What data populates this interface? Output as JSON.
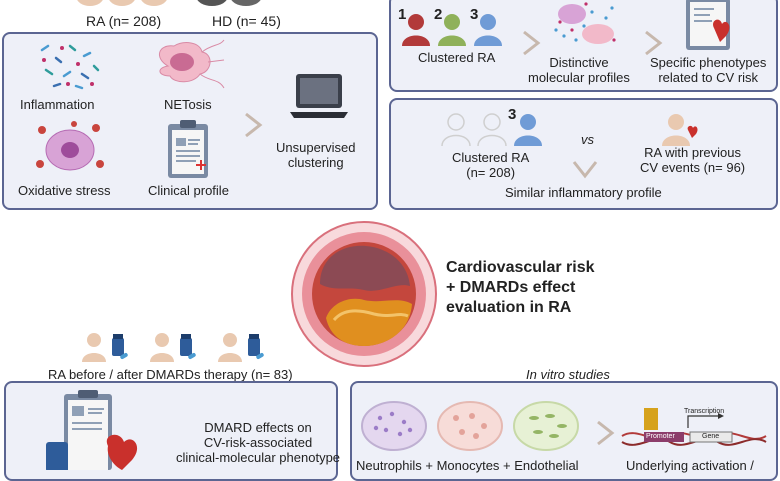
{
  "top": {
    "ra_label": "RA (n= 208)",
    "hd_label": "HD (n= 45)"
  },
  "left_panel": {
    "inflammation": "Inflammation",
    "netosis": "NETosis",
    "oxidative": "Oxidative stress",
    "clinical": "Clinical profile",
    "clustering": "Unsupervised\nclustering"
  },
  "right_top_panel": {
    "numbers": [
      "1",
      "2",
      "3"
    ],
    "clustered": "Clustered RA",
    "profiles": "Distinctive\nmolecular profiles",
    "phenotypes": "Specific phenotypes\nrelated to CV risk"
  },
  "right_mid_panel": {
    "number": "3",
    "clustered": "Clustered RA\n(n= 208)",
    "vs": "vs",
    "previous": "RA with previous\nCV events (n= 96)",
    "similar": "Similar inflammatory profile"
  },
  "center": {
    "title": "Cardiovascular risk\n+ DMARDs effect\nevaluation in RA"
  },
  "bottom_left": {
    "therapy_label": "RA before / after DMARDs therapy (n= 83)",
    "dmard_text": "DMARD effects on\nCV-risk-associated\nclinical-molecular phenotype"
  },
  "bottom_right": {
    "in_vitro": "In vitro studies",
    "cells": "Neutrophils + Monocytes + Endothelial",
    "underlying": "Underlying activation /",
    "transcription": "Transcription",
    "promoter": "Promoter",
    "gene": "Gene"
  },
  "colors": {
    "panel_bg": "#eef0f8",
    "panel_border": "#5b6592",
    "accent_red": "#b23a3a",
    "accent_green": "#8fb15a",
    "accent_blue": "#6f9bd6"
  }
}
